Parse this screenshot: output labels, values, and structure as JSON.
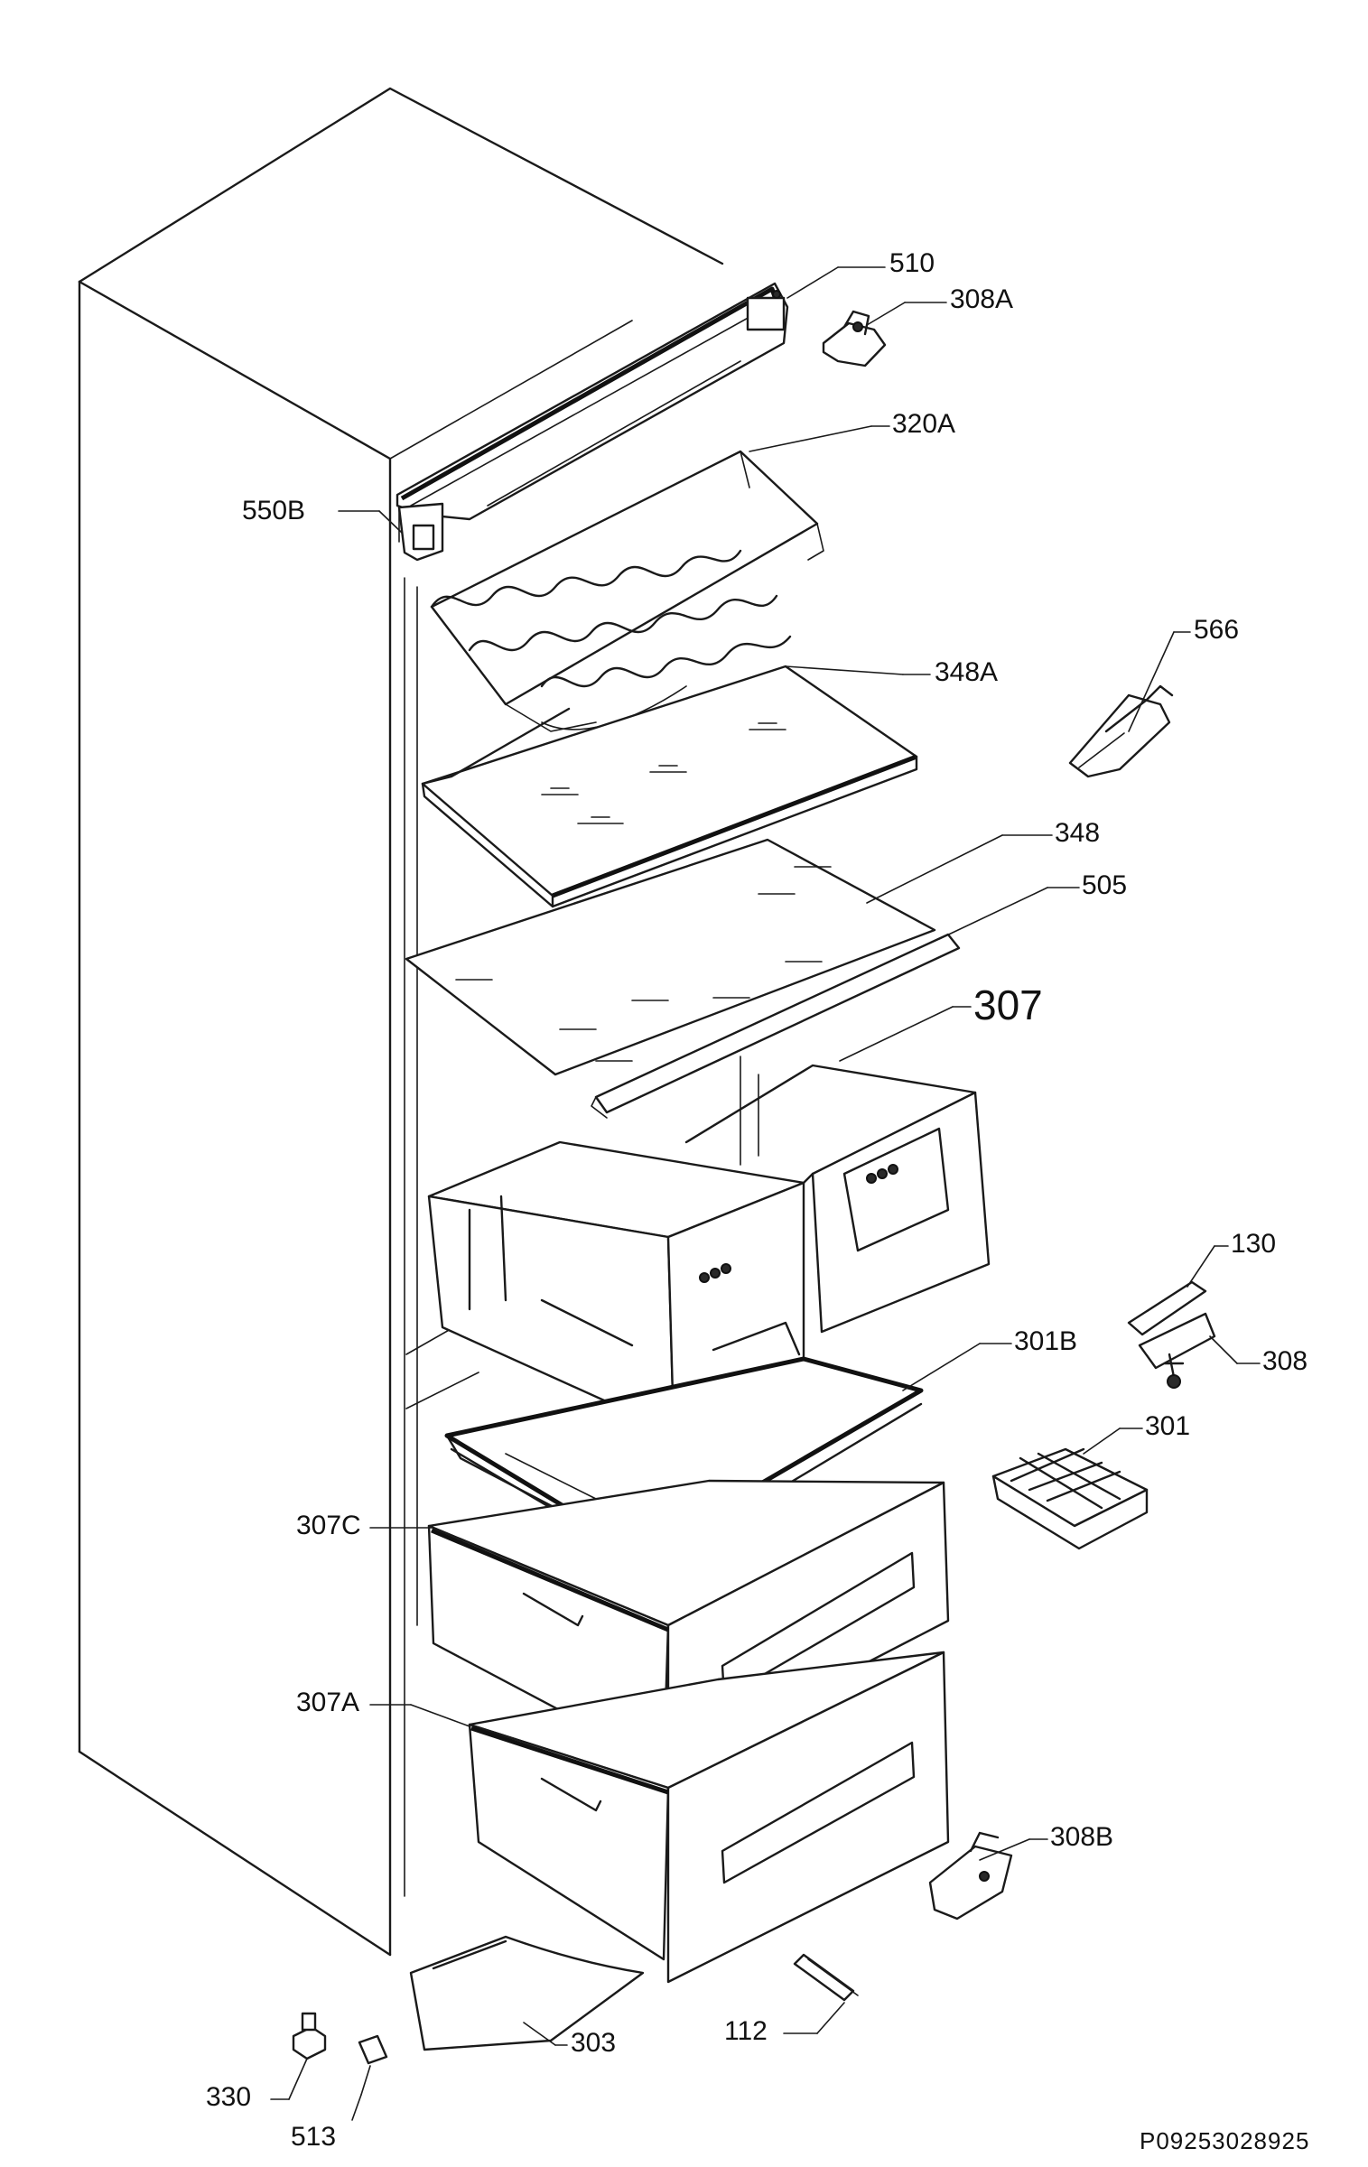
{
  "callouts": [
    {
      "id": "510",
      "text": "510"
    },
    {
      "id": "308A",
      "text": "308A"
    },
    {
      "id": "320A",
      "text": "320A"
    },
    {
      "id": "550B",
      "text": "550B"
    },
    {
      "id": "566",
      "text": "566"
    },
    {
      "id": "348A",
      "text": "348A"
    },
    {
      "id": "348",
      "text": "348"
    },
    {
      "id": "505",
      "text": "505"
    },
    {
      "id": "307",
      "text": "307"
    },
    {
      "id": "130",
      "text": "130"
    },
    {
      "id": "301B",
      "text": "301B"
    },
    {
      "id": "308",
      "text": "308"
    },
    {
      "id": "301",
      "text": "301"
    },
    {
      "id": "307C",
      "text": "307C"
    },
    {
      "id": "307A",
      "text": "307A"
    },
    {
      "id": "308B",
      "text": "308B"
    },
    {
      "id": "112",
      "text": "112"
    },
    {
      "id": "303",
      "text": "303"
    },
    {
      "id": "330",
      "text": "330"
    },
    {
      "id": "513",
      "text": "513"
    }
  ],
  "drawing_number": "P09253028925"
}
